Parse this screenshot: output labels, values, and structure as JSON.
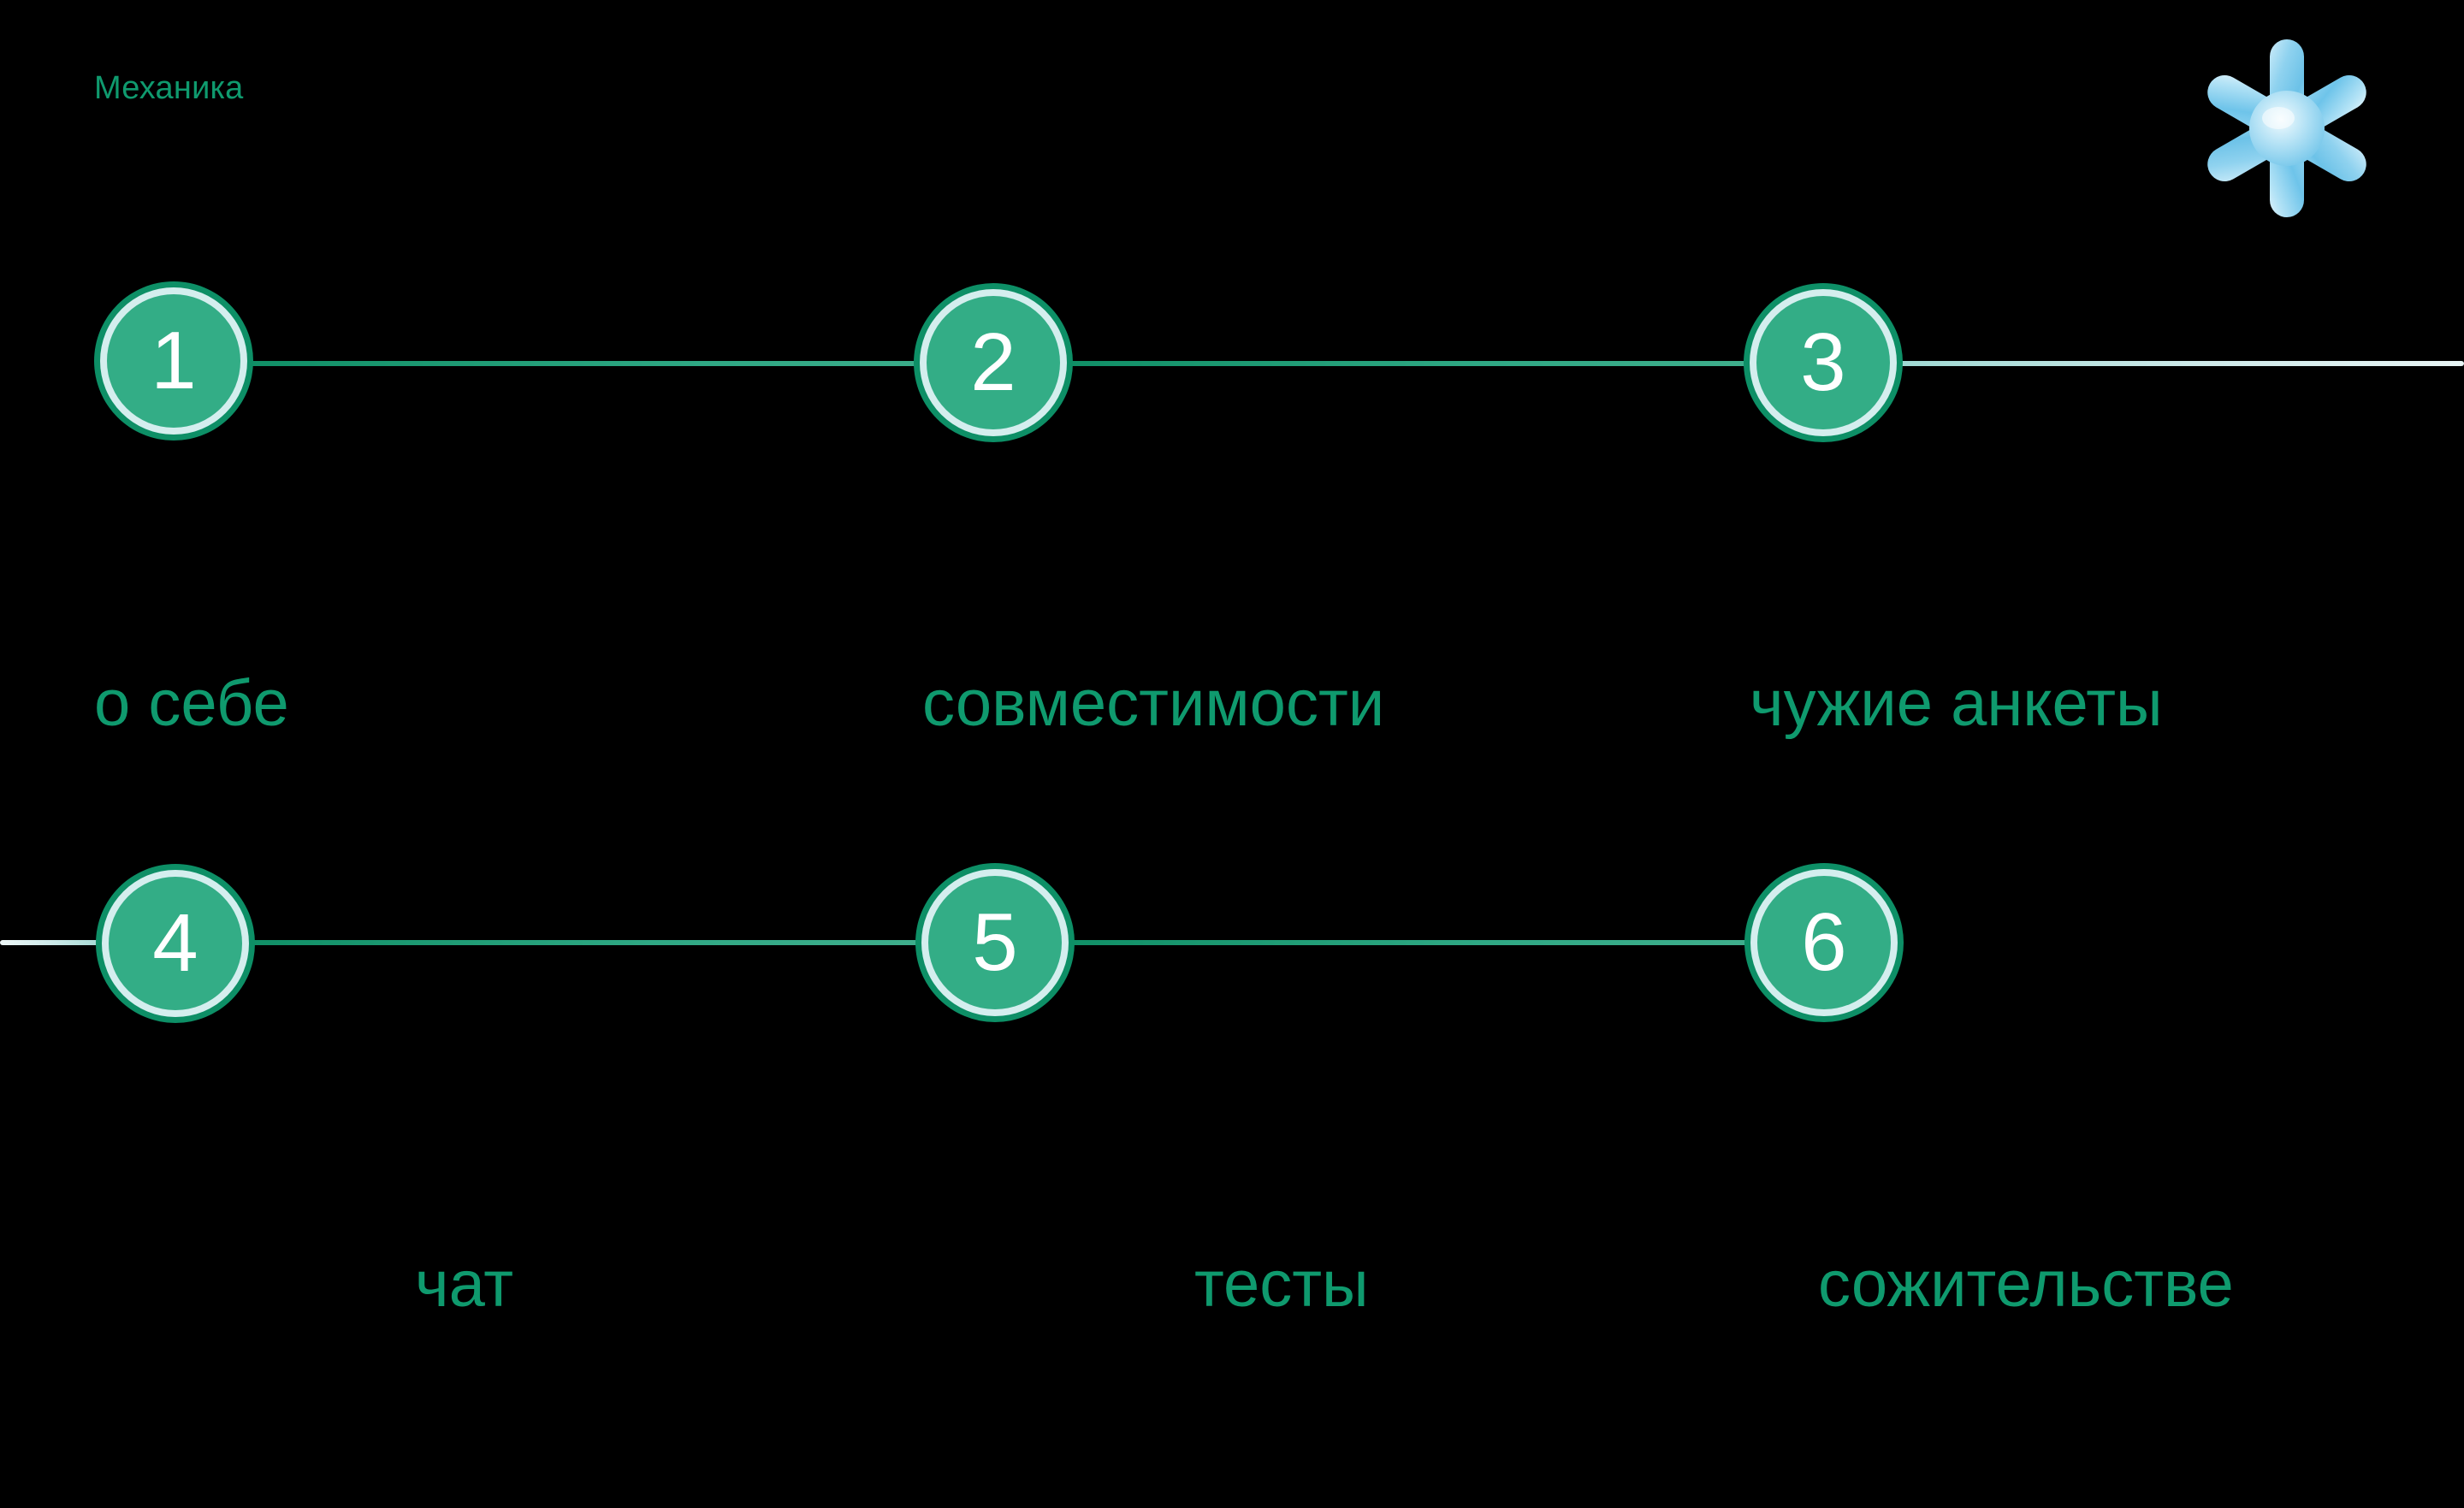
{
  "slide": {
    "title": "Механика",
    "background_color": "#000000",
    "accent_color": "#0f9a6e",
    "node_fill_color": "#33ad86",
    "node_ring_color": "#d4eeee",
    "node_outer_color": "#0d8f66",
    "line_color_green": "#2fa884",
    "line_color_pale": "#cfeaea",
    "decor_color": "#8fd3ef"
  },
  "decor": {
    "asterisk_label": "inflated-asterisk-star"
  },
  "steps": [
    {
      "number": "1",
      "label": "о себе"
    },
    {
      "number": "2",
      "label": "совместимости"
    },
    {
      "number": "3",
      "label": "чужие анкеты"
    },
    {
      "number": "4",
      "label": "чат"
    },
    {
      "number": "5",
      "label": "тесты"
    },
    {
      "number": "6",
      "label": "сожительстве"
    }
  ]
}
